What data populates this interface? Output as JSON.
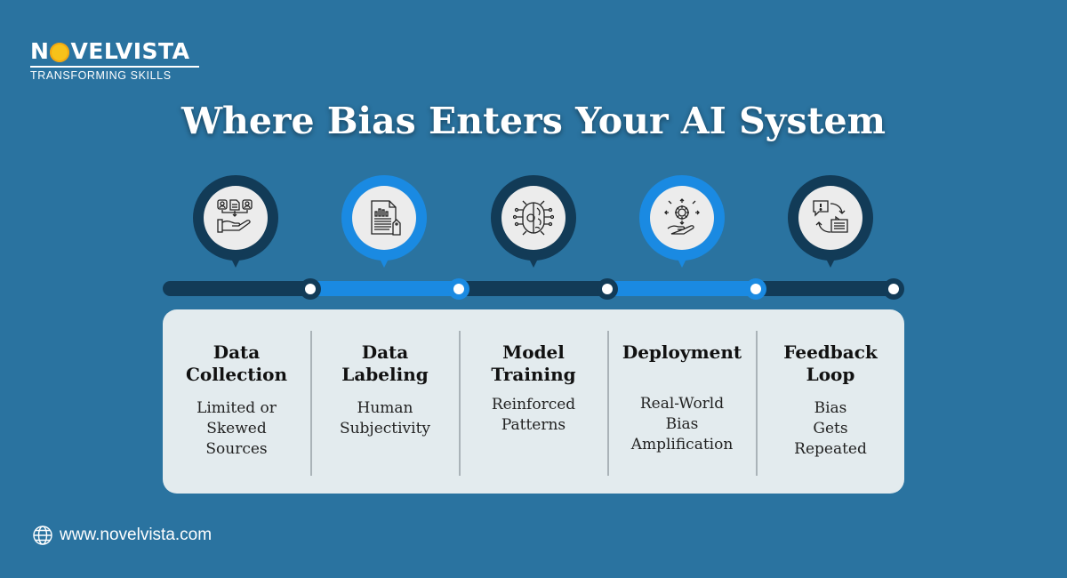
{
  "brand": {
    "name_prefix": "N",
    "name_suffix": "VELVISTA",
    "tagline": "TRANSFORMING SKILLS"
  },
  "title": "Where Bias Enters Your AI System",
  "stages": [
    {
      "title": "Data Collection",
      "title_lines": [
        "Data",
        "Collection"
      ],
      "desc_lines": [
        "Limited or",
        "Skewed",
        "Sources"
      ],
      "icon": "data-collection-hand-icon",
      "style": "dark"
    },
    {
      "title": "Data Labeling",
      "title_lines": [
        "Data",
        "Labeling"
      ],
      "desc_lines": [
        "Human",
        "Subjectivity"
      ],
      "icon": "document-tag-icon",
      "style": "light"
    },
    {
      "title": "Model Training",
      "title_lines": [
        "Model",
        "Training"
      ],
      "desc_lines": [
        "Reinforced",
        "Patterns"
      ],
      "icon": "ai-brain-circuit-icon",
      "style": "dark"
    },
    {
      "title": "Deployment",
      "title_lines": [
        "Deployment"
      ],
      "desc_lines": [
        "Real-World",
        "Bias",
        "Amplification"
      ],
      "icon": "gear-hand-icon",
      "style": "light"
    },
    {
      "title": "Feedback Loop",
      "title_lines": [
        "Feedback",
        "Loop"
      ],
      "desc_lines": [
        "Bias",
        "Gets",
        "Repeated"
      ],
      "icon": "feedback-cycle-icon",
      "style": "dark"
    }
  ],
  "colors": {
    "background": "#2a73a0",
    "dark_accent": "#123b57",
    "light_accent": "#1a8ae2",
    "card": "#e3ebee"
  },
  "footer": {
    "website": "www.novelvista.com",
    "icon": "globe-icon"
  }
}
